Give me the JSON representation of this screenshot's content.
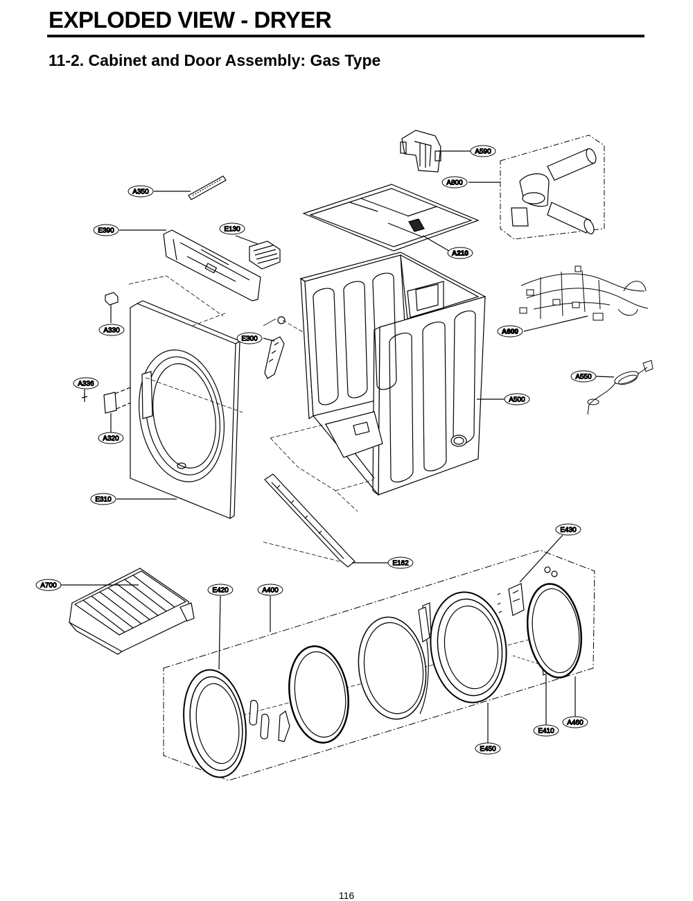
{
  "header": {
    "title": "EXPLODED VIEW - DRYER",
    "section": "11-2. Cabinet and Door Assembly: Gas Type"
  },
  "callouts": {
    "a590": "A590",
    "a800": "A800",
    "a350": "A350",
    "e390": "E390",
    "e130": "E130",
    "a210": "A210",
    "a330": "A330",
    "e300": "E300",
    "a600": "A600",
    "a336": "A336",
    "a550": "A550",
    "a320": "A320",
    "a500": "A500",
    "e310": "E310",
    "e430": "E430",
    "e162": "E162",
    "a700": "A700",
    "e420": "E420",
    "a400": "A400",
    "a460": "A460",
    "e410": "E410",
    "e450": "E450"
  },
  "footer": {
    "page_number": "116"
  }
}
